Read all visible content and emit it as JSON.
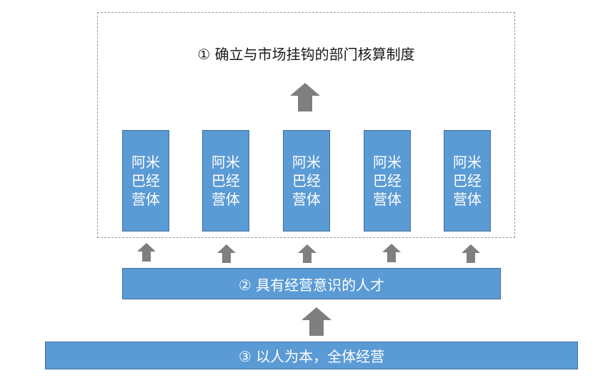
{
  "top": {
    "label": "① 确立与市场挂钩的部门核算制度"
  },
  "columns": [
    {
      "lines": [
        "阿米",
        "巴经",
        "营体"
      ]
    },
    {
      "lines": [
        "阿米",
        "巴经",
        "营体"
      ]
    },
    {
      "lines": [
        "阿米",
        "巴经",
        "营体"
      ]
    },
    {
      "lines": [
        "阿米",
        "巴经",
        "营体"
      ]
    },
    {
      "lines": [
        "阿米",
        "巴经",
        "营体"
      ]
    }
  ],
  "middle": {
    "label": "② 具有经营意识的人才"
  },
  "bottom": {
    "label": "③ 以人为本，全体经营"
  },
  "colors": {
    "box_fill": "#5b9bd5",
    "box_border": "#41719c",
    "arrow": "#7f7f7f",
    "dashed": "#8a9aa8"
  }
}
